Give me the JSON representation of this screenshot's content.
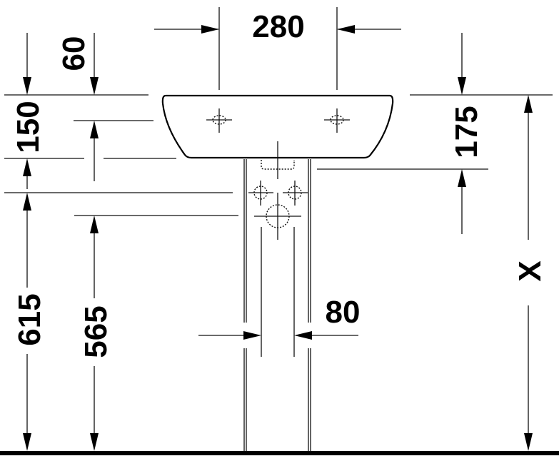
{
  "drawing": {
    "subject": "Pedestal washbasin installation dimensions",
    "units": "mm",
    "dimensions": {
      "tap_hole_spacing": "280",
      "rim_to_tap_hole": "60",
      "rim_to_supply": "150",
      "rim_to_waste_outlet": "175",
      "supply_height": "615",
      "waste_height": "565",
      "pedestal_gap": "80",
      "rim_height": "X"
    }
  }
}
